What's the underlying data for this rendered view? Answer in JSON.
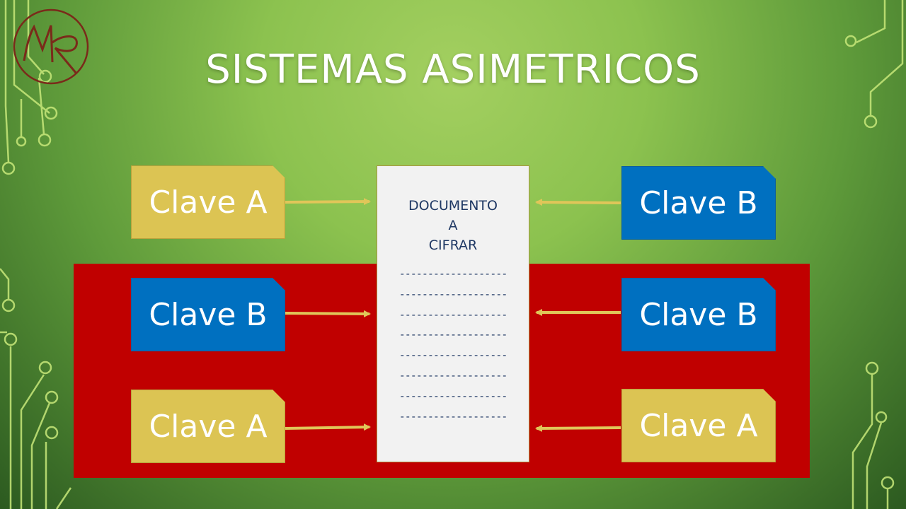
{
  "title": "SISTEMAS ASIMETRICOS",
  "document": {
    "lines": [
      "DOCUMENTO",
      "A",
      "CIFRAR"
    ],
    "dash_rows": [
      "-------------------",
      "-------------------",
      "-------------------",
      "-------------------",
      "-------------------",
      "-------------------",
      "-------------------",
      "-------------------"
    ]
  },
  "keys": {
    "top_left": "Clave A",
    "top_right": "Clave B",
    "mid_left": "Clave B",
    "mid_right": "Clave B",
    "bottom_left": "Clave A",
    "bottom_right": "Clave A"
  },
  "colors": {
    "key_yellow": "#dcc453",
    "key_blue": "#0070c0",
    "panel_red": "#c00000",
    "arrow": "#e0c659"
  },
  "icons": {
    "logo": "mr-monogram-logo",
    "decoration": "circuit-lines"
  }
}
